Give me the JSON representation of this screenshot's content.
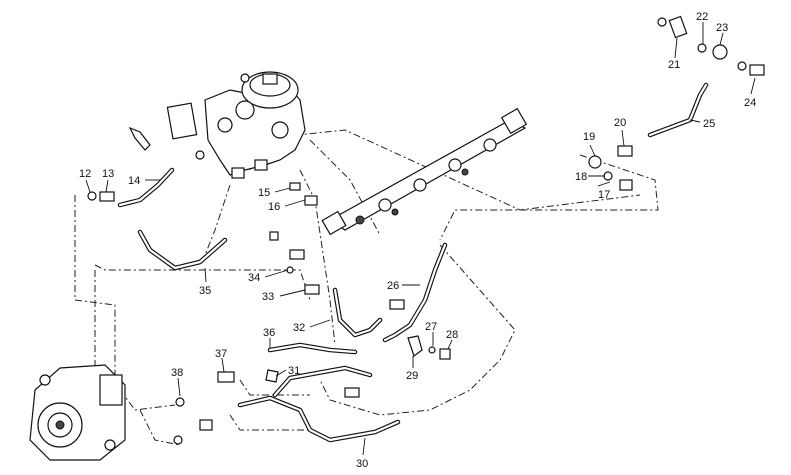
{
  "callouts": [
    {
      "id": "c12",
      "text": "12"
    },
    {
      "id": "c13",
      "text": "13"
    },
    {
      "id": "c14",
      "text": "14"
    },
    {
      "id": "c15",
      "text": "15"
    },
    {
      "id": "c16",
      "text": "16"
    },
    {
      "id": "c17",
      "text": "17"
    },
    {
      "id": "c18",
      "text": "18"
    },
    {
      "id": "c19",
      "text": "19"
    },
    {
      "id": "c20",
      "text": "20"
    },
    {
      "id": "c21",
      "text": "21"
    },
    {
      "id": "c22",
      "text": "22"
    },
    {
      "id": "c23",
      "text": "23"
    },
    {
      "id": "c24",
      "text": "24"
    },
    {
      "id": "c25",
      "text": "25"
    },
    {
      "id": "c26",
      "text": "26"
    },
    {
      "id": "c27",
      "text": "27"
    },
    {
      "id": "c28",
      "text": "28"
    },
    {
      "id": "c29",
      "text": "29"
    },
    {
      "id": "c30",
      "text": "30"
    },
    {
      "id": "c31",
      "text": "31"
    },
    {
      "id": "c32",
      "text": "32"
    },
    {
      "id": "c33",
      "text": "33"
    },
    {
      "id": "c34",
      "text": "34"
    },
    {
      "id": "c35",
      "text": "35"
    },
    {
      "id": "c36",
      "text": "36"
    },
    {
      "id": "c37",
      "text": "37"
    },
    {
      "id": "c38",
      "text": "38"
    }
  ]
}
